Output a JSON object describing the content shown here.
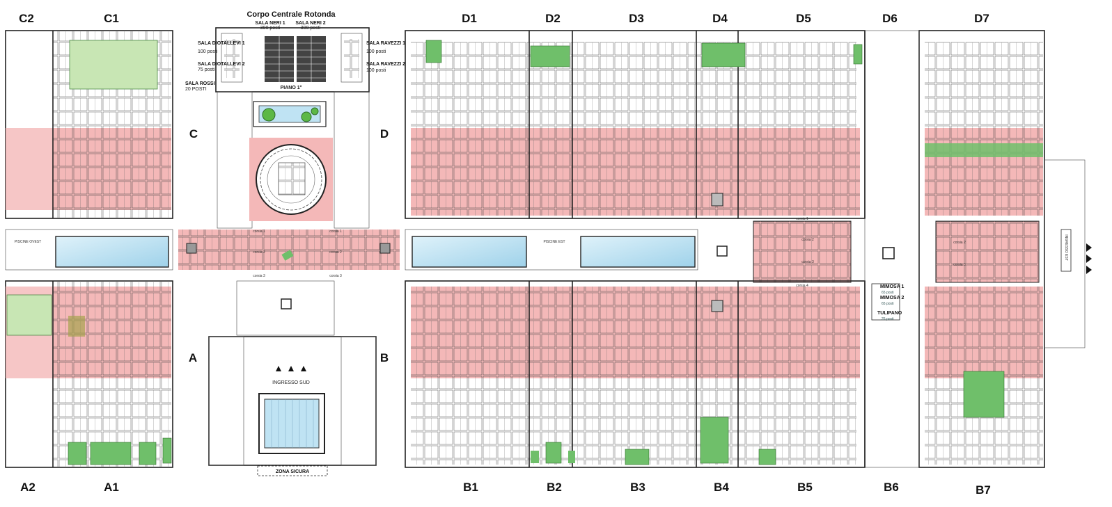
{
  "hall_labels": {
    "C2": "C2",
    "C1": "C1",
    "D1": "D1",
    "D2": "D2",
    "D3": "D3",
    "D4": "D4",
    "D5": "D5",
    "D6": "D6",
    "D7": "D7",
    "A2": "A2",
    "A1": "A1",
    "B1": "B1",
    "B2": "B2",
    "B3": "B3",
    "B4": "B4",
    "B5": "B5",
    "B6": "B6",
    "B7": "B7",
    "A": "A",
    "B": "B",
    "C": "C",
    "D": "D"
  },
  "center": {
    "title": "Corpo Centrale Rotonda",
    "sala_neri_1": "SALA NERI 1",
    "sala_neri_1_posti": "300 posti",
    "sala_neri_2": "SALA NERI 2",
    "sala_neri_2_posti": "300 posti",
    "sala_diotallevi_1": "SALA DIOTALLEVI 1",
    "sala_diotallevi_1_posti": "100 posti",
    "sala_diotallevi_2": "SALA DIOTALLEVI 2",
    "sala_diotallevi_2_posti": "75 posti",
    "sala_rossi": "SALA ROSSI",
    "sala_rossi_posti": "20 POSTI",
    "sala_ravezzi_1": "SALA RAVEZZI 1",
    "sala_ravezzi_1_posti": "100 posti",
    "sala_ravezzi_2": "SALA RAVEZZI 2",
    "sala_ravezzi_2_posti": "100 posti",
    "piano": "PIANO 1°",
    "ingresso_sud": "INGRESSO SUD",
    "zona_sicura": "ZONA SICURA"
  },
  "labels": {
    "piscine_ovest": "PISCINE OVEST",
    "piscine_est": "PISCINE EST",
    "ingresso_est": "INGRESSO EST",
    "mimosa_1": "MIMOSA 1",
    "mimosa_1_posti": "65 posti",
    "mimosa_2": "MIMOSA 2",
    "mimosa_2_posti": "65 posti",
    "tulipano": "TULIPANO",
    "tulipano_posti": "25 posti",
    "corsia_1": "corsia 1",
    "corsia_2": "corsia 2",
    "corsia_3": "corsia 3",
    "corsia_4": "corsia 4"
  },
  "colors": {
    "pink_zone": "#f4b8b8",
    "green_zone": "#6fbf6a",
    "light_green": "#c8e6b4",
    "pool": "#bfe3f3",
    "wall": "#222222"
  }
}
